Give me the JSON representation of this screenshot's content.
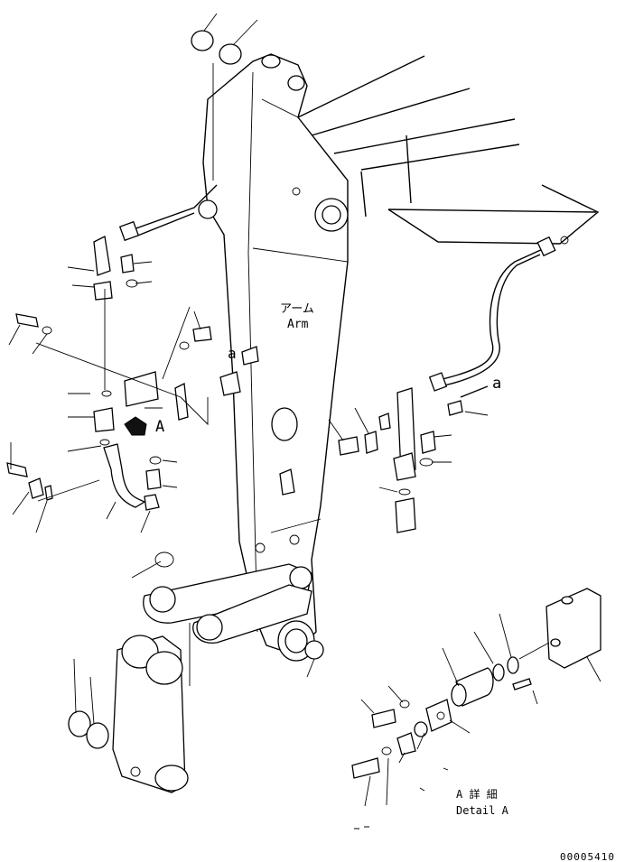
{
  "diagram": {
    "arm_label_jp": "アーム",
    "arm_label_en": "Arm",
    "view_marker": "A",
    "ref_marker_left": "a",
    "ref_marker_right": "a",
    "detail_label_jp": "A 詳 細",
    "detail_label_en": "Detail A",
    "figure_number": "00005410"
  }
}
